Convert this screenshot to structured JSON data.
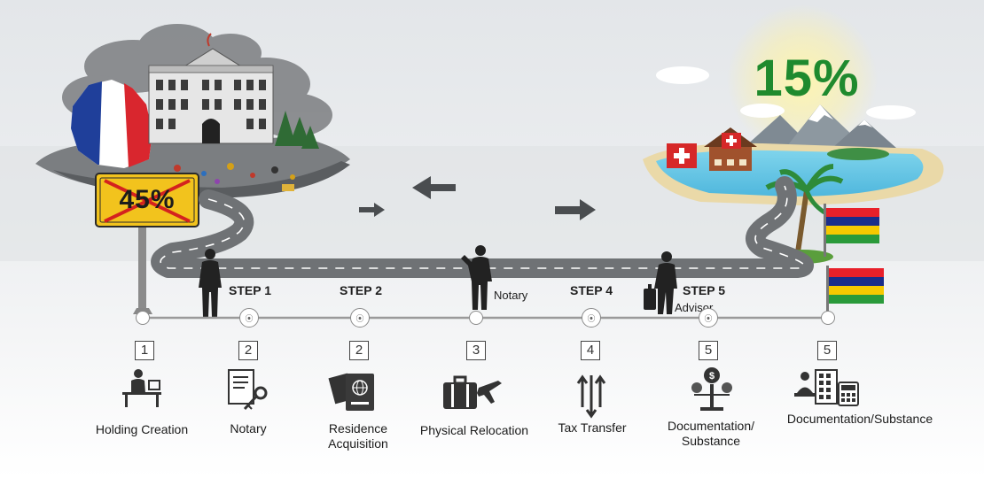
{
  "france": {
    "tax_rate": "45%"
  },
  "destination": {
    "tax_rate": "15%"
  },
  "timeline": {
    "step_labels": [
      "STEP 1",
      "STEP 2",
      "STEP 4",
      "STEP 5"
    ],
    "figure_labels": [
      "Notary",
      "Advisor"
    ],
    "numbers": [
      "1",
      "2",
      "2",
      "3",
      "4",
      "5",
      "5"
    ],
    "node_icon": "⦿"
  },
  "stages": [
    {
      "label": "Holding Creation",
      "icon": "person-at-desk-icon"
    },
    {
      "label": "Notary",
      "icon": "document-key-icon"
    },
    {
      "label": "Residence\nAcquisition",
      "icon": "passport-icon"
    },
    {
      "label": "Physical Relocation",
      "icon": "suitcase-plane-icon"
    },
    {
      "label": "Tax Transfer",
      "icon": "transfer-arrows-icon"
    },
    {
      "label": "Documentation/\nSubstance",
      "icon": "coins-scale-icon"
    },
    {
      "label": "Documentation/Substance",
      "icon": "office-calculator-icon"
    }
  ],
  "colors": {
    "tax_high_sign": "#f2c31d",
    "tax_low_text": "#1f8a2e",
    "road": "#6f7275",
    "timeline": "#9a9a9a"
  }
}
